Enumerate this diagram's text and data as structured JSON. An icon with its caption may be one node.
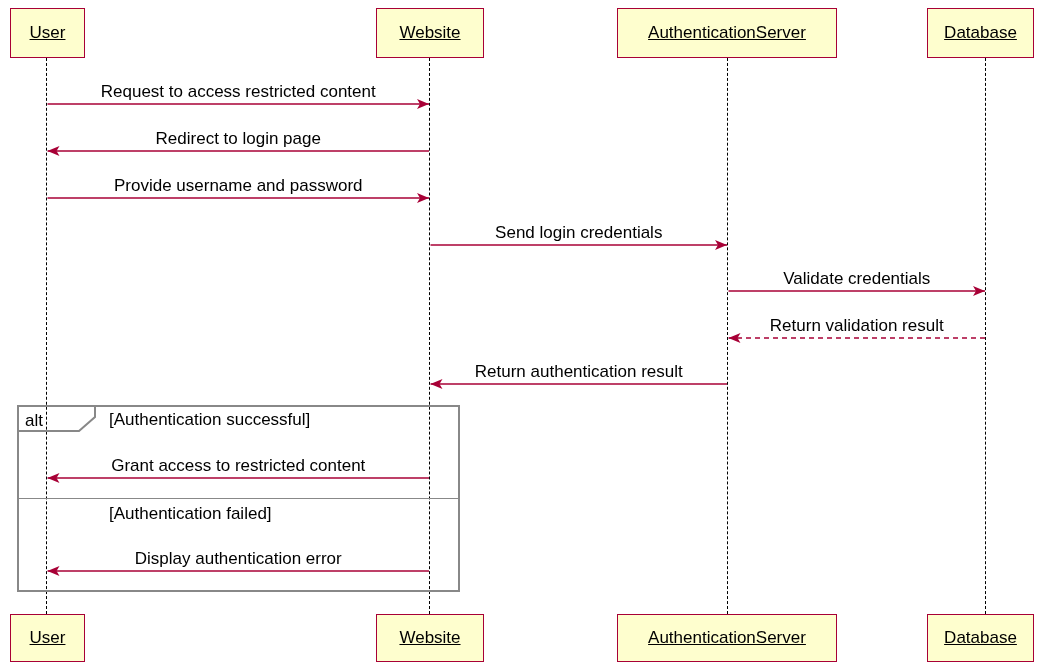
{
  "diagram": {
    "nodes": [
      {
        "text": [
          "User"
        ]
      },
      {
        "text": [
          "Website"
        ]
      },
      {
        "text": [
          "AuthenticationServer"
        ]
      },
      {
        "text": [
          "Database"
        ]
      },
      {
        "text": [],
        "shape": "line"
      },
      {
        "text": [],
        "shape": "line"
      },
      {
        "text": [],
        "shape": "line"
      },
      {
        "text": [],
        "shape": "line"
      },
      {
        "text": [
          "User"
        ]
      },
      {
        "text": [
          "Website"
        ]
      },
      {
        "text": [
          "AuthenticationServer"
        ]
      },
      {
        "text": [
          "Database"
        ]
      }
    ],
    "edges": [
      {
        "from": 4,
        "to": 5,
        "arrow": "to",
        "label": "Request to access restricted content"
      },
      {
        "from": 5,
        "to": 4,
        "arrow": "to",
        "label": "Redirect to login page"
      },
      {
        "from": 4,
        "to": 5,
        "arrow": "to",
        "label": "Provide username and password"
      },
      {
        "from": 5,
        "to": 6,
        "arrow": "to",
        "label": "Send login credentials"
      },
      {
        "from": 6,
        "to": 7,
        "arrow": "to",
        "label": "Validate credentials"
      },
      {
        "from": 7,
        "to": 6,
        "arrow": "to",
        "label": "Return validation result",
        "style": "dashed"
      },
      {
        "from": 6,
        "to": 5,
        "arrow": "to",
        "label": "Return authentication result"
      },
      {
        "from": 5,
        "to": 4,
        "arrow": "to",
        "label": "Grant access to restricted content"
      },
      {
        "from": 5,
        "to": 4,
        "arrow": "to",
        "label": "Display authentication error"
      }
    ],
    "labels": [
      "alt",
      "[Authentication successful]",
      "[Authentication failed]"
    ]
  }
}
